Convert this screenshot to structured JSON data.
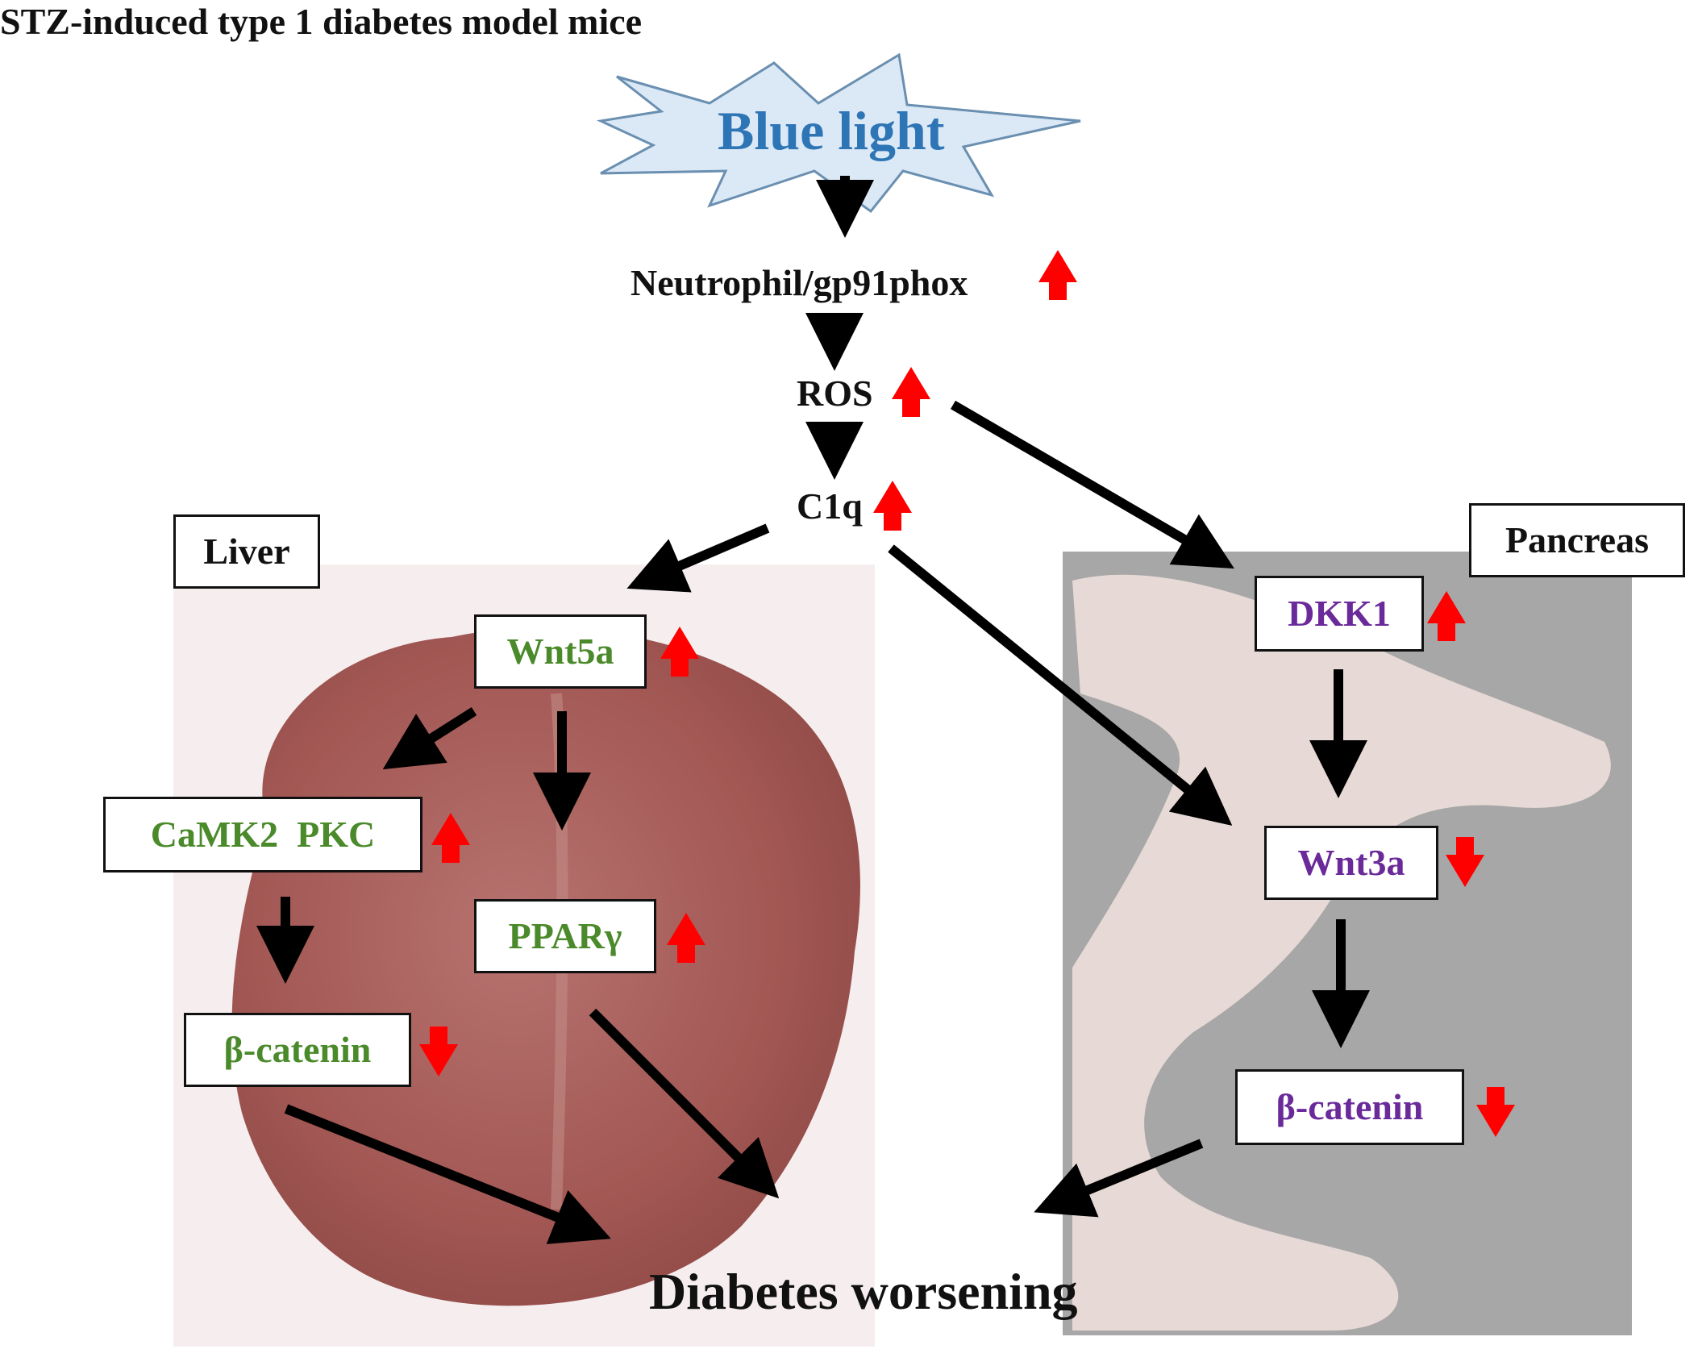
{
  "title": "STZ-induced type 1 diabetes model mice",
  "trigger": "Blue light",
  "chain": {
    "neutrophil": "Neutrophil/gp91phox",
    "ros": "ROS",
    "c1q": "C1q"
  },
  "liver": {
    "label": "Liver",
    "wnt5a": "Wnt5a",
    "camk2_pkc": "CaMK2  PKC",
    "ppar": "PPARγ",
    "beta_catenin": "β-catenin"
  },
  "pancreas": {
    "label": "Pancreas",
    "dkk1": "DKK1",
    "wnt3a": "Wnt3a",
    "beta_catenin": "β-catenin"
  },
  "outcome": "Diabetes worsening",
  "colors": {
    "trigger_text": "#2e75b6",
    "trigger_fill": "#dbe9f6",
    "liver_text": "#4a8a2a",
    "pancreas_text": "#6a2a9a",
    "up_arrow": "#ff0000",
    "down_arrow": "#ff0000",
    "liver_photo": "#9a4a47",
    "pancreas_photo": "#a8a8a8"
  }
}
